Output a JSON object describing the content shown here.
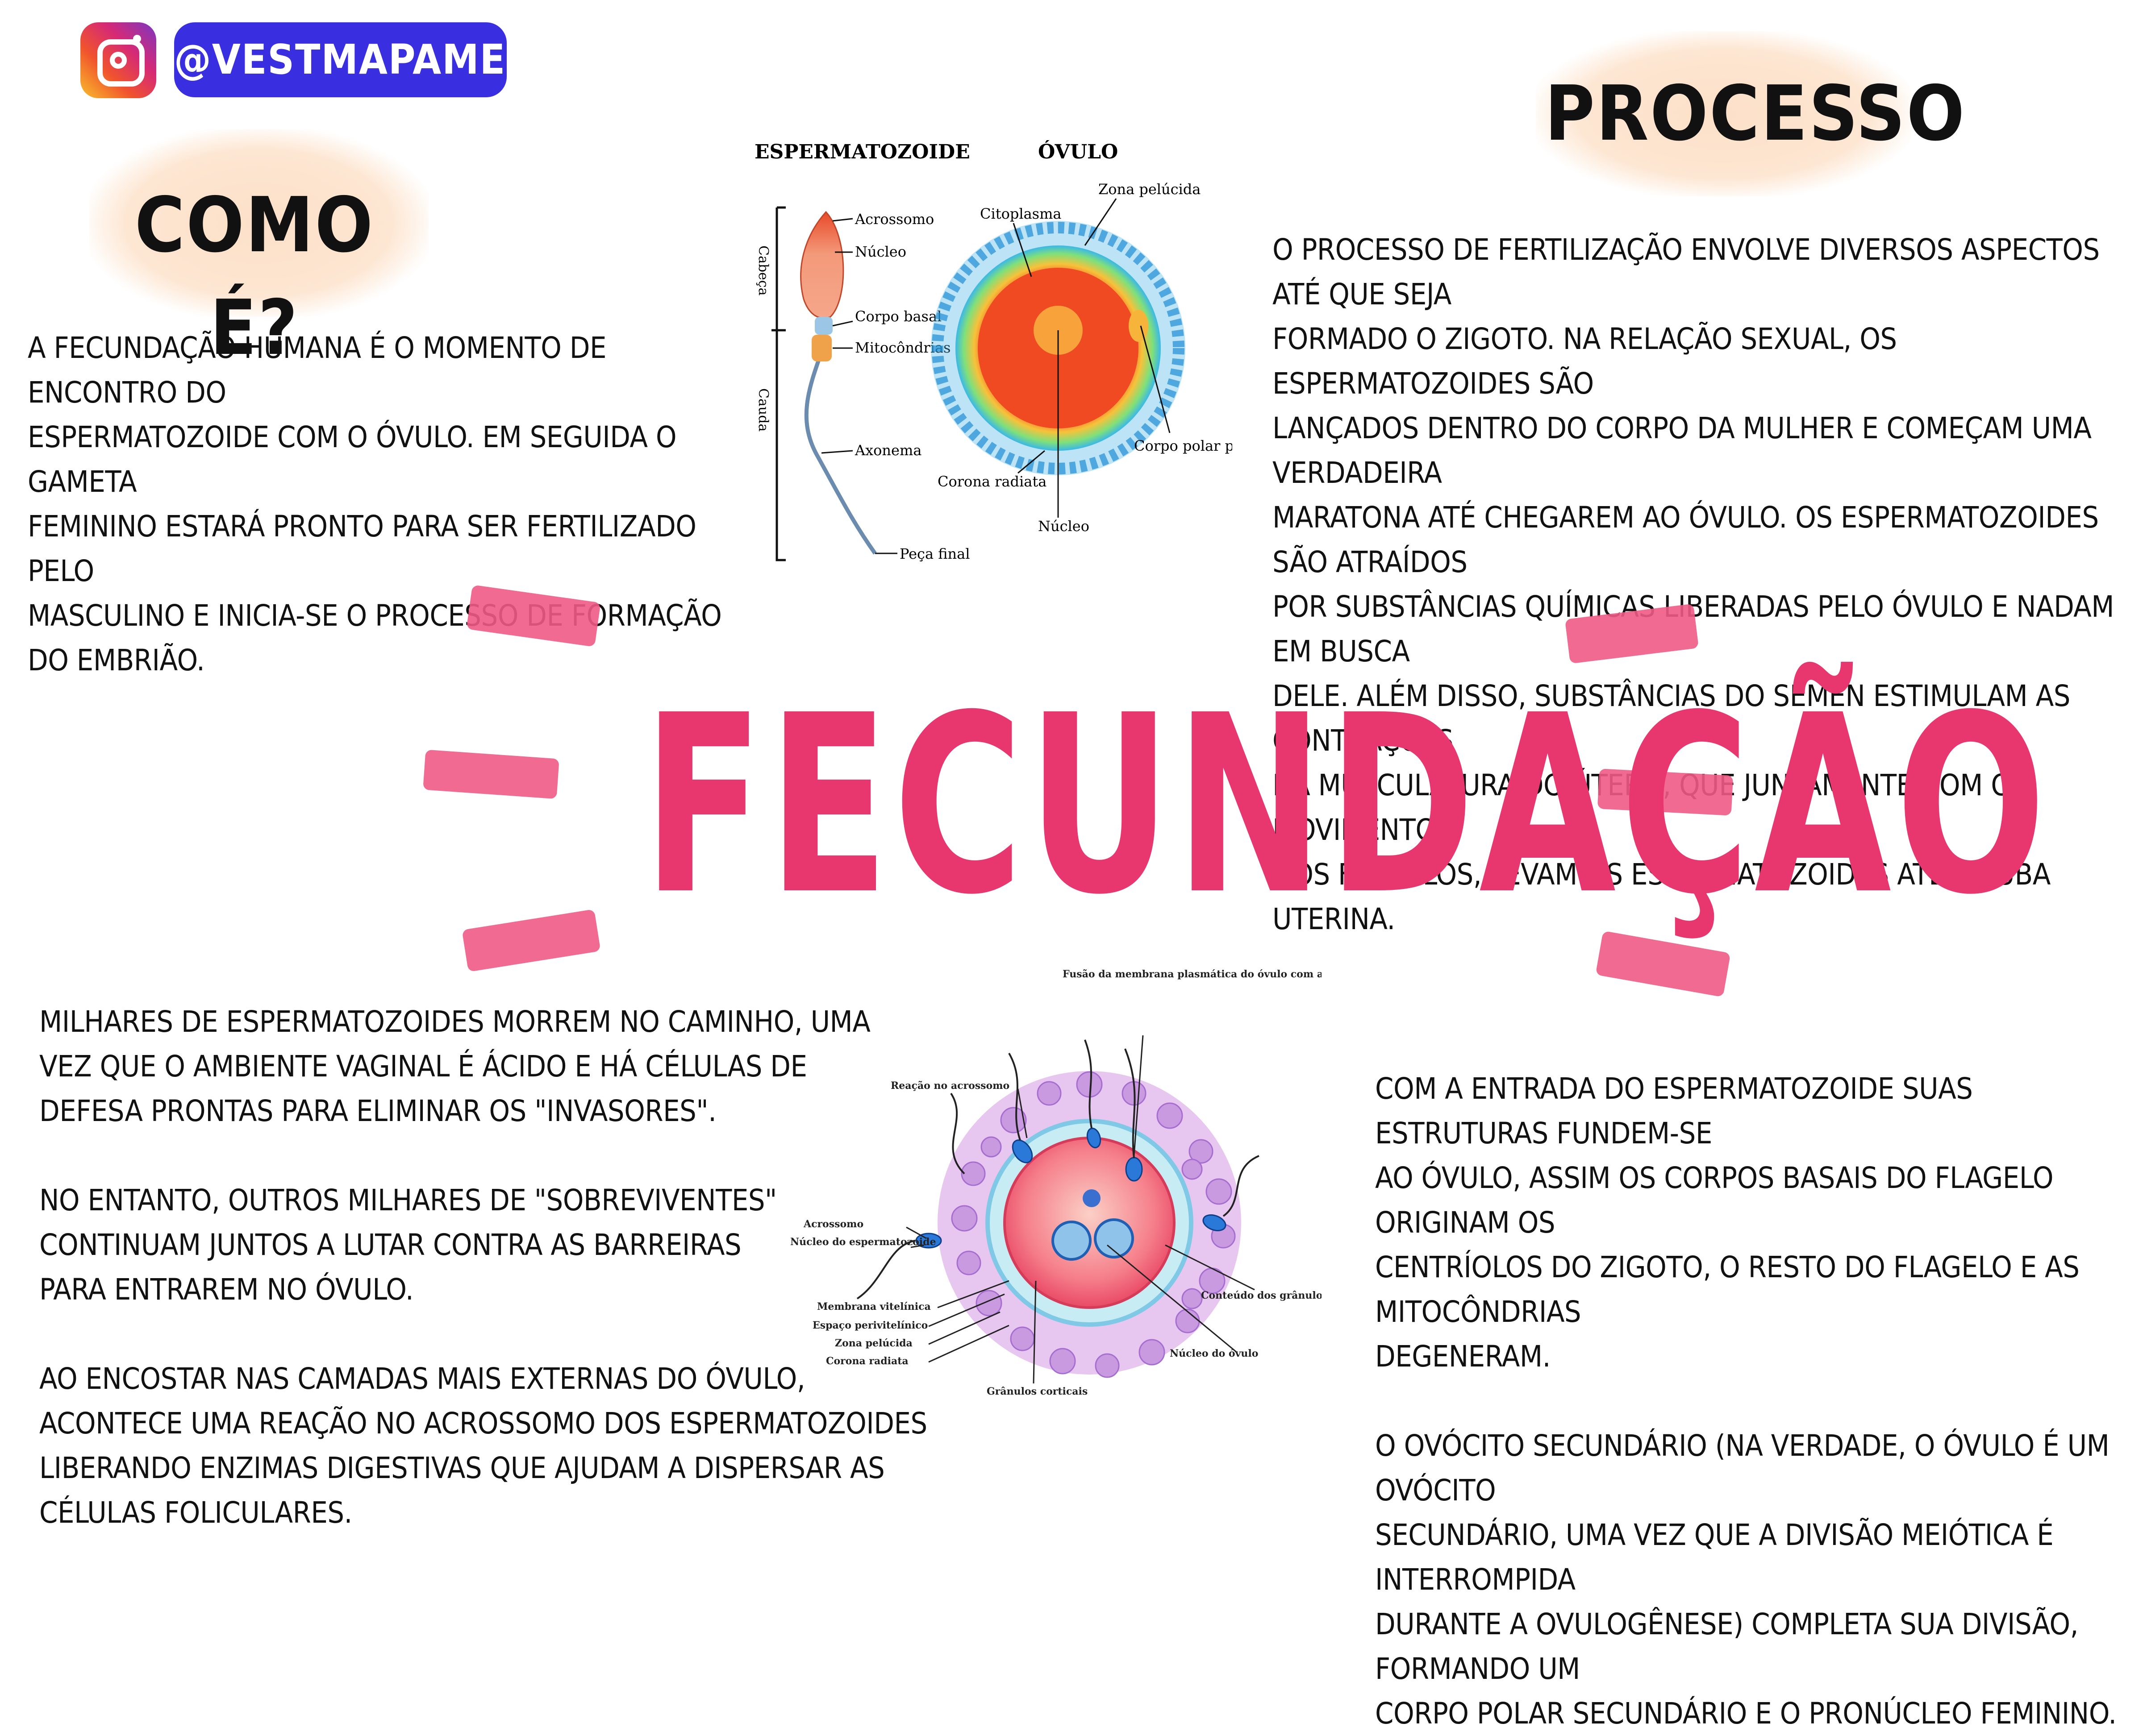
{
  "header": {
    "instagram_icon": "instagram-icon",
    "handle": "@VESTMAPAMENTAL"
  },
  "title": "FECUNDAÇÃO",
  "sections": {
    "como_e": {
      "heading": "COMO É?",
      "text": "A FECUNDAÇÃO HUMANA É O MOMENTO DE ENCONTRO DO\nESPERMATOZOIDE COM O ÓVULO. EM SEGUIDA O GAMETA\n FEMININO ESTARÁ PRONTO PARA SER FERTILIZADO PELO\nMASCULINO E INICIA-SE O PROCESSO DE FORMAÇÃO DO EMBRIÃO."
    },
    "processo": {
      "heading": "PROCESSO",
      "text": "O PROCESSO DE FERTILIZAÇÃO ENVOLVE DIVERSOS ASPECTOS ATÉ QUE SEJA\n FORMADO O ZIGOTO. NA RELAÇÃO SEXUAL, OS ESPERMATOZOIDES SÃO\nLANÇADOS DENTRO DO CORPO DA MULHER E COMEÇAM UMA VERDADEIRA\nMARATONA ATÉ CHEGAREM AO ÓVULO. OS ESPERMATOZOIDES SÃO ATRAÍDOS\nPOR SUBSTÂNCIAS QUÍMICAS LIBERADAS PELO ÓVULO E NADAM EM BUSCA\n DELE. ALÉM DISSO, SUBSTÂNCIAS DO SÊMEN ESTIMULAM AS CONTRAÇÕES\nDA MUSCULATURA DO ÚTERO, QUE JUNTAMENTE COM OS MOVIMENTOS\nDOS FLAGELOS, LEVAM OS ESPERMATOZOIDES ATÉ A TUBA UTERINA."
    },
    "caminho": {
      "text": "MILHARES DE ESPERMATOZOIDES MORREM NO CAMINHO, UMA\nVEZ QUE O AMBIENTE VAGINAL É ÁCIDO E HÁ CÉLULAS DE\nDEFESA PRONTAS PARA ELIMINAR OS \"INVASORES\".\n\nNO ENTANTO, OUTROS MILHARES DE \"SOBREVIVENTES\"\nCONTINUAM JUNTOS A LUTAR CONTRA AS BARREIRAS\n PARA ENTRAREM NO ÓVULO.\n\nAO ENCOSTAR NAS CAMADAS MAIS EXTERNAS DO ÓVULO,\n ACONTECE UMA REAÇÃO NO ACROSSOMO DOS ESPERMATOZOIDES\nLIBERANDO ENZIMAS DIGESTIVAS QUE AJUDAM A DISPERSAR AS CÉLULAS FOLICULARES."
    },
    "entrada": {
      "text": "COM A ENTRADA DO ESPERMATOZOIDE SUAS ESTRUTURAS FUNDEM-SE\n AO ÓVULO, ASSIM OS CORPOS BASAIS DO FLAGELO ORIGINAM OS\nCENTRÍOLOS DO ZIGOTO, O RESTO DO FLAGELO E AS MITOCÔNDRIAS\n DEGENERAM.\n\nO OVÓCITO SECUNDÁRIO (NA VERDADE, O ÓVULO É UM OVÓCITO\n SECUNDÁRIO, UMA VEZ QUE A DIVISÃO MEIÓTICA É INTERROMPIDA\n DURANTE A OVULOGÊNESE) COMPLETA SUA DIVISÃO, FORMANDO UM\n CORPO POLAR SECUNDÁRIO E O PRONÚCLEO FEMININO."
    }
  },
  "diagram_top": {
    "title_sperm": "ESPERMATOZOIDE",
    "title_ovum": "ÓVULO",
    "side_head": "Cabeça",
    "side_tail": "Cauda",
    "labels": {
      "acrossomo": "Acrossomo",
      "nucleo": "Núcleo",
      "corpo_basal": "Corpo basal",
      "mitocondrias": "Mitocôndrias",
      "axonema": "Axonema",
      "peca_final": "Peça final",
      "citoplasma": "Citoplasma",
      "zona_pelucida": "Zona pelúcida",
      "corona_radiata": "Corona radiata",
      "nucleo_ovulo": "Núcleo",
      "corpo_polar": "Corpo polar primário"
    }
  },
  "diagram_bottom": {
    "labels": {
      "fusao": "Fusão da membrana plasmática do óvulo com a do espermatozoide",
      "reacao": "Reação no acrossomo",
      "acrossomo": "Acrossomo",
      "nucleo_esperm": "Núcleo do espermatozoide",
      "membrana": "Membrana vitelínica",
      "espaco": "Espaço perivitelínico",
      "zona": "Zona pelúcida",
      "corona": "Corona radiata",
      "granulos": "Grânulos corticais",
      "conteudo": "Conteúdo dos grânulos corticais",
      "nucleo_ovulo": "Núcleo do óvulo"
    }
  },
  "colors": {
    "title": "#e8366f",
    "accent_strokes": "#ef5a86",
    "handle_bg": "#3a2fe0",
    "heading_blob": "#fde0c8"
  }
}
